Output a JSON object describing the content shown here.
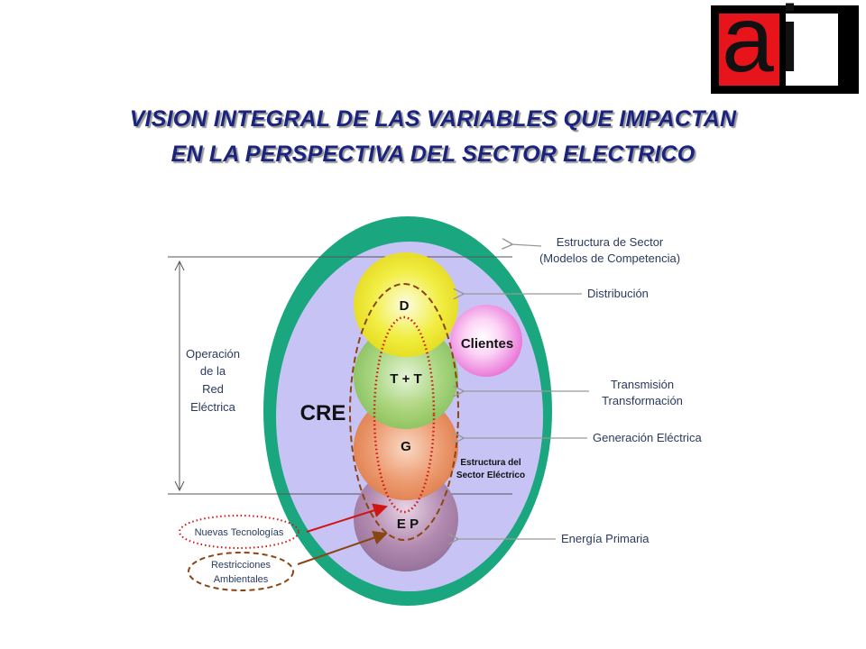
{
  "logo": {
    "letter_a": "a",
    "letter_i": "i",
    "colors": {
      "red": "#e8141c",
      "black": "#000000",
      "white": "#ffffff"
    }
  },
  "title": {
    "line1": "VISION INTEGRAL DE LAS VARIABLES QUE IMPACTAN",
    "line2": "EN LA PERSPECTIVA DEL SECTOR ELECTRICO"
  },
  "diagram": {
    "center_label": "CRE",
    "circles": {
      "d": "D",
      "tt": "T + T",
      "g": "G",
      "ep": "E P",
      "clientes": "Clientes"
    },
    "inner_caption": {
      "line1": "Estructura del",
      "line2": "Sector Eléctrico"
    },
    "left_label": {
      "line1": "Operación",
      "line2": "de la",
      "line3": "Red",
      "line4": "Eléctrica"
    },
    "right_labels": {
      "estructura_line1": "Estructura de Sector",
      "estructura_line2": "(Modelos de Competencia)",
      "distribucion": "Distribución",
      "transmision_line1": "Transmisión",
      "transmision_line2": "Transformación",
      "generacion": "Generación Eléctrica",
      "energia": "Energía Primaria"
    },
    "bottom_labels": {
      "nuevas": "Nuevas Tecnologías",
      "restricciones_line1": "Restricciones",
      "restricciones_line2": "Ambientales"
    },
    "colors": {
      "outer_ring": "#1aa67e",
      "inner_fill": "#c7c4f5",
      "d_circle": "#f3ef3a",
      "tt_circle": "#a7d67a",
      "g_circle": "#ee9a6c",
      "ep_circle": "#b38bb1",
      "clientes": "#f28be6",
      "red_dots": "#d11414",
      "brown_dashes": "#8b4513",
      "title_blue": "#1a237e"
    }
  }
}
